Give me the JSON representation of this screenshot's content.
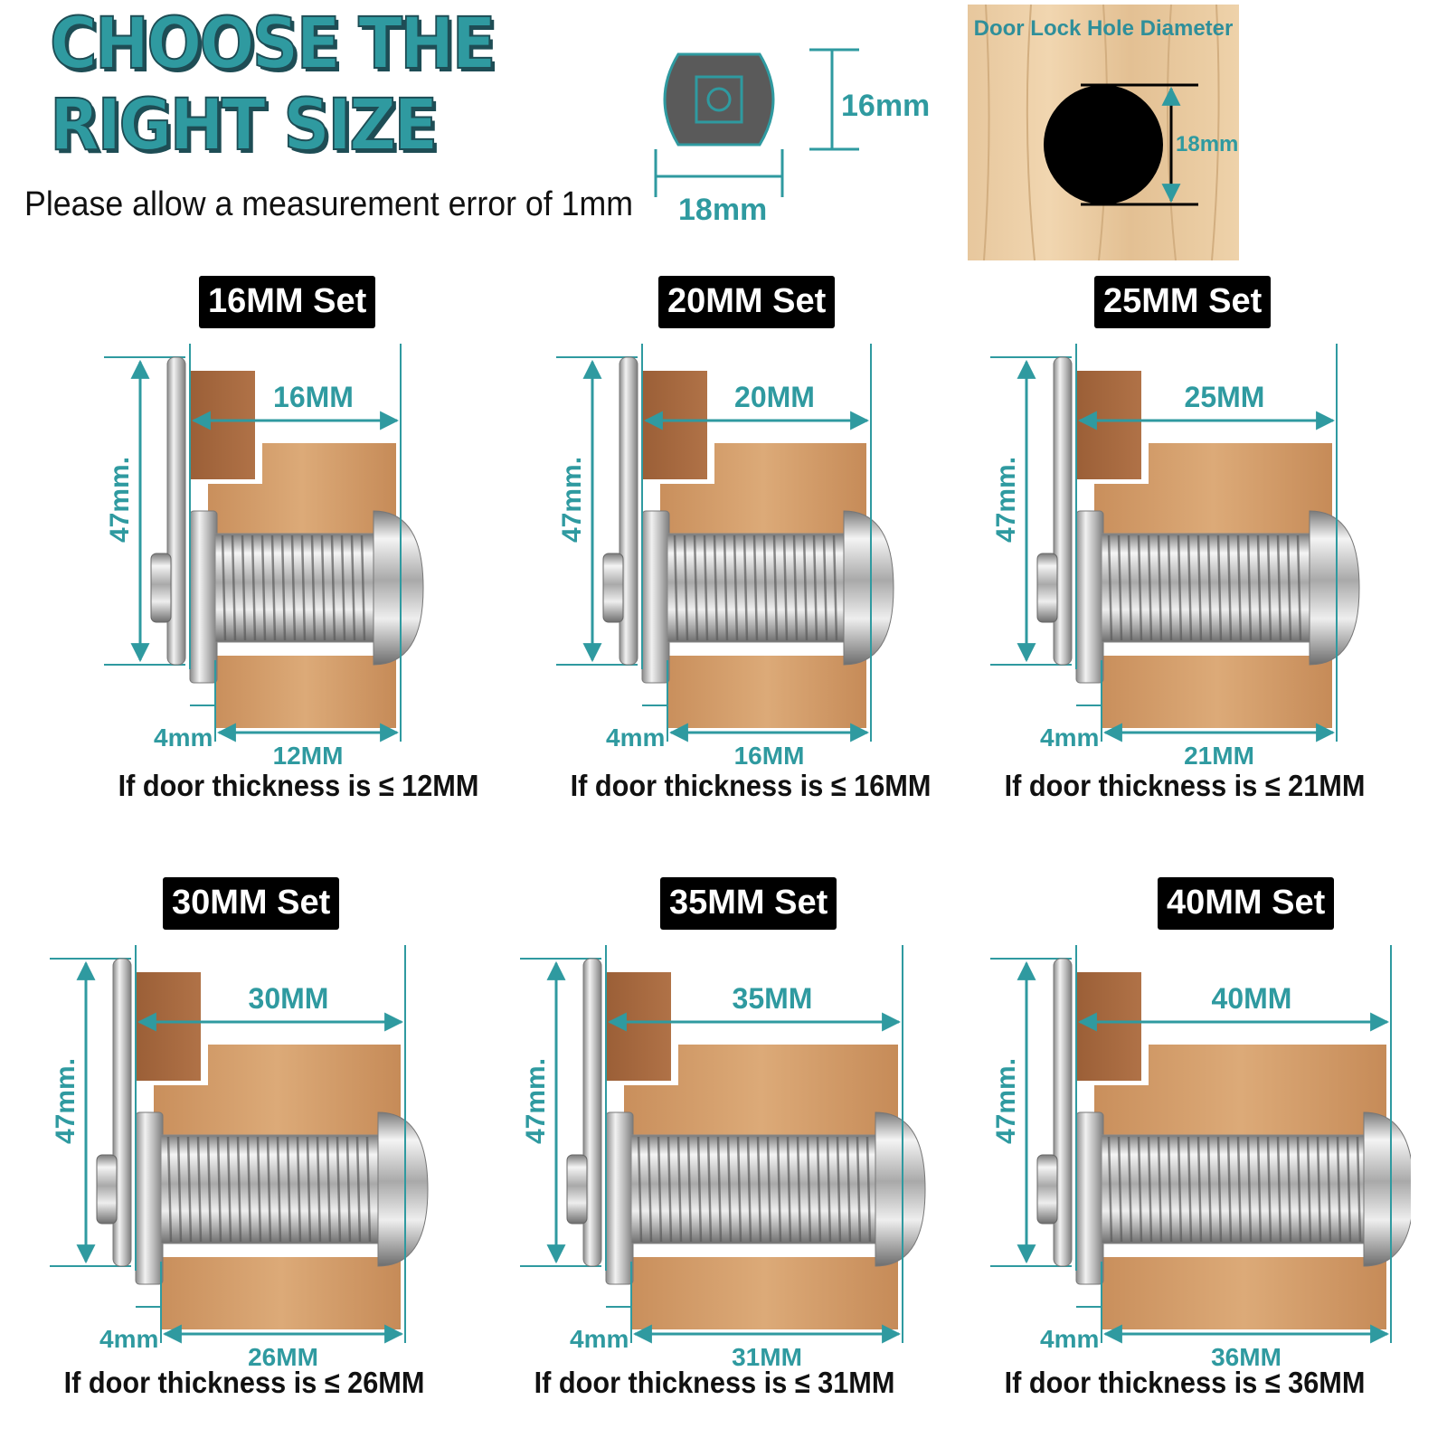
{
  "header": {
    "title_line1": "CHOOSE THE",
    "title_line2": "RIGHT SIZE",
    "note": "Please allow a measurement error of 1mm"
  },
  "key_diagram": {
    "height_label": "16mm",
    "width_label": "18mm"
  },
  "hole_diagram": {
    "title": "Door Lock Hole Diameter",
    "diameter_label": "18mm"
  },
  "colors": {
    "accent": "#2f9aa0",
    "title_shadow": "#1e4d55",
    "label_bg": "#000000",
    "wood_dark": "#a3683f",
    "wood_light": "#d5a06f"
  },
  "sets": [
    {
      "label": "16MM Set",
      "height": "47mm.",
      "length": "16MM",
      "flange": "4mm",
      "thickness": "12MM",
      "caption": "If door thickness is ≤ 12MM"
    },
    {
      "label": "20MM Set",
      "height": "47mm.",
      "length": "20MM",
      "flange": "4mm",
      "thickness": "16MM",
      "caption": "If door thickness is ≤ 16MM"
    },
    {
      "label": "25MM Set",
      "height": "47mm.",
      "length": "25MM",
      "flange": "4mm",
      "thickness": "21MM",
      "caption": "If door thickness is ≤ 21MM"
    },
    {
      "label": "30MM Set",
      "height": "47mm.",
      "length": "30MM",
      "flange": "4mm",
      "thickness": "26MM",
      "caption": "If door thickness is ≤ 26MM"
    },
    {
      "label": "35MM Set",
      "height": "47mm.",
      "length": "35MM",
      "flange": "4mm",
      "thickness": "31MM",
      "caption": "If door thickness is ≤ 31MM"
    },
    {
      "label": "40MM Set",
      "height": "47mm.",
      "length": "40MM",
      "flange": "4mm",
      "thickness": "36MM",
      "caption": "If door thickness is ≤ 36MM"
    }
  ]
}
